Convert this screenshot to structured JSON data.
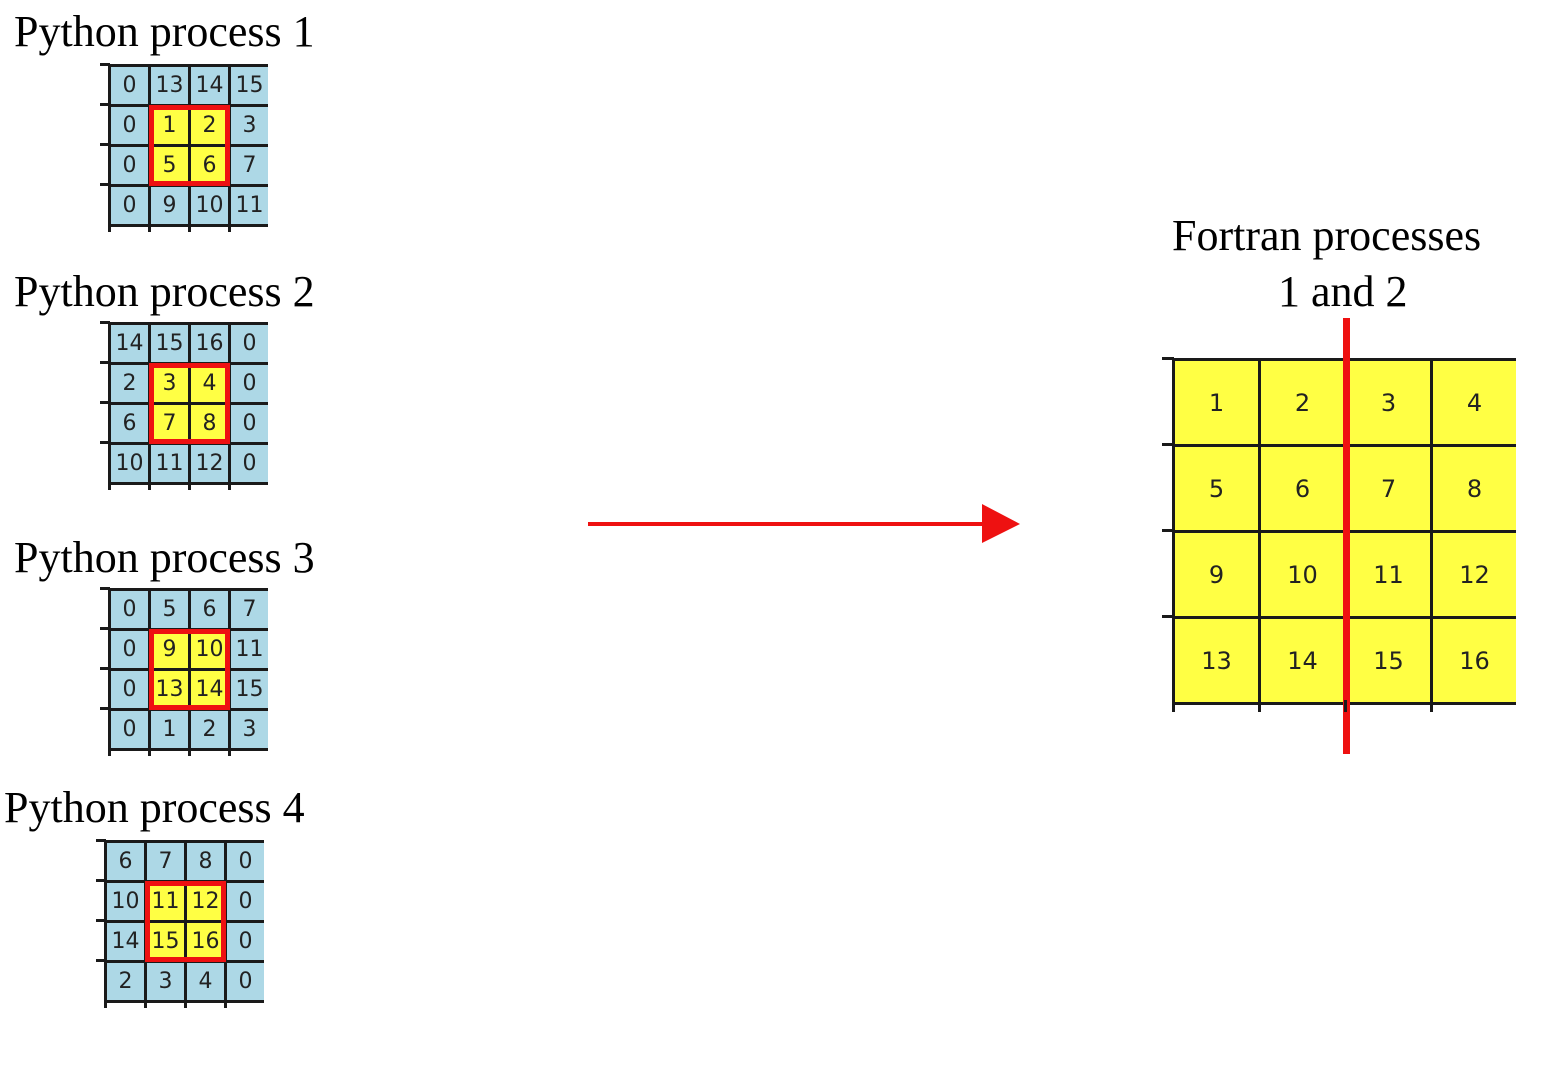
{
  "python_processes": [
    {
      "title": "Python process 1",
      "cells": [
        "0",
        "13",
        "14",
        "15",
        "0",
        "1",
        "2",
        "3",
        "0",
        "5",
        "6",
        "7",
        "0",
        "9",
        "10",
        "11"
      ]
    },
    {
      "title": "Python process 2",
      "cells": [
        "14",
        "15",
        "16",
        "0",
        "2",
        "3",
        "4",
        "0",
        "6",
        "7",
        "8",
        "0",
        "10",
        "11",
        "12",
        "0"
      ]
    },
    {
      "title": "Python process 3",
      "cells": [
        "0",
        "5",
        "6",
        "7",
        "0",
        "9",
        "10",
        "11",
        "0",
        "13",
        "14",
        "15",
        "0",
        "1",
        "2",
        "3"
      ]
    },
    {
      "title": "Python process 4",
      "cells": [
        "6",
        "7",
        "8",
        "0",
        "10",
        "11",
        "12",
        "0",
        "14",
        "15",
        "16",
        "0",
        "2",
        "3",
        "4",
        "0"
      ]
    }
  ],
  "highlight_cells": [
    5,
    6,
    9,
    10
  ],
  "fortran": {
    "title_line1": "Fortran processes",
    "title_line2": "1 and 2",
    "cells": [
      "1",
      "2",
      "3",
      "4",
      "5",
      "6",
      "7",
      "8",
      "9",
      "10",
      "11",
      "12",
      "13",
      "14",
      "15",
      "16"
    ]
  },
  "colors": {
    "ghost_cell": "#add8e6",
    "owned_cell": "#ffff44",
    "highlight": "#ee1111",
    "arrow": "#ee1111",
    "split_line": "#ee1111"
  }
}
